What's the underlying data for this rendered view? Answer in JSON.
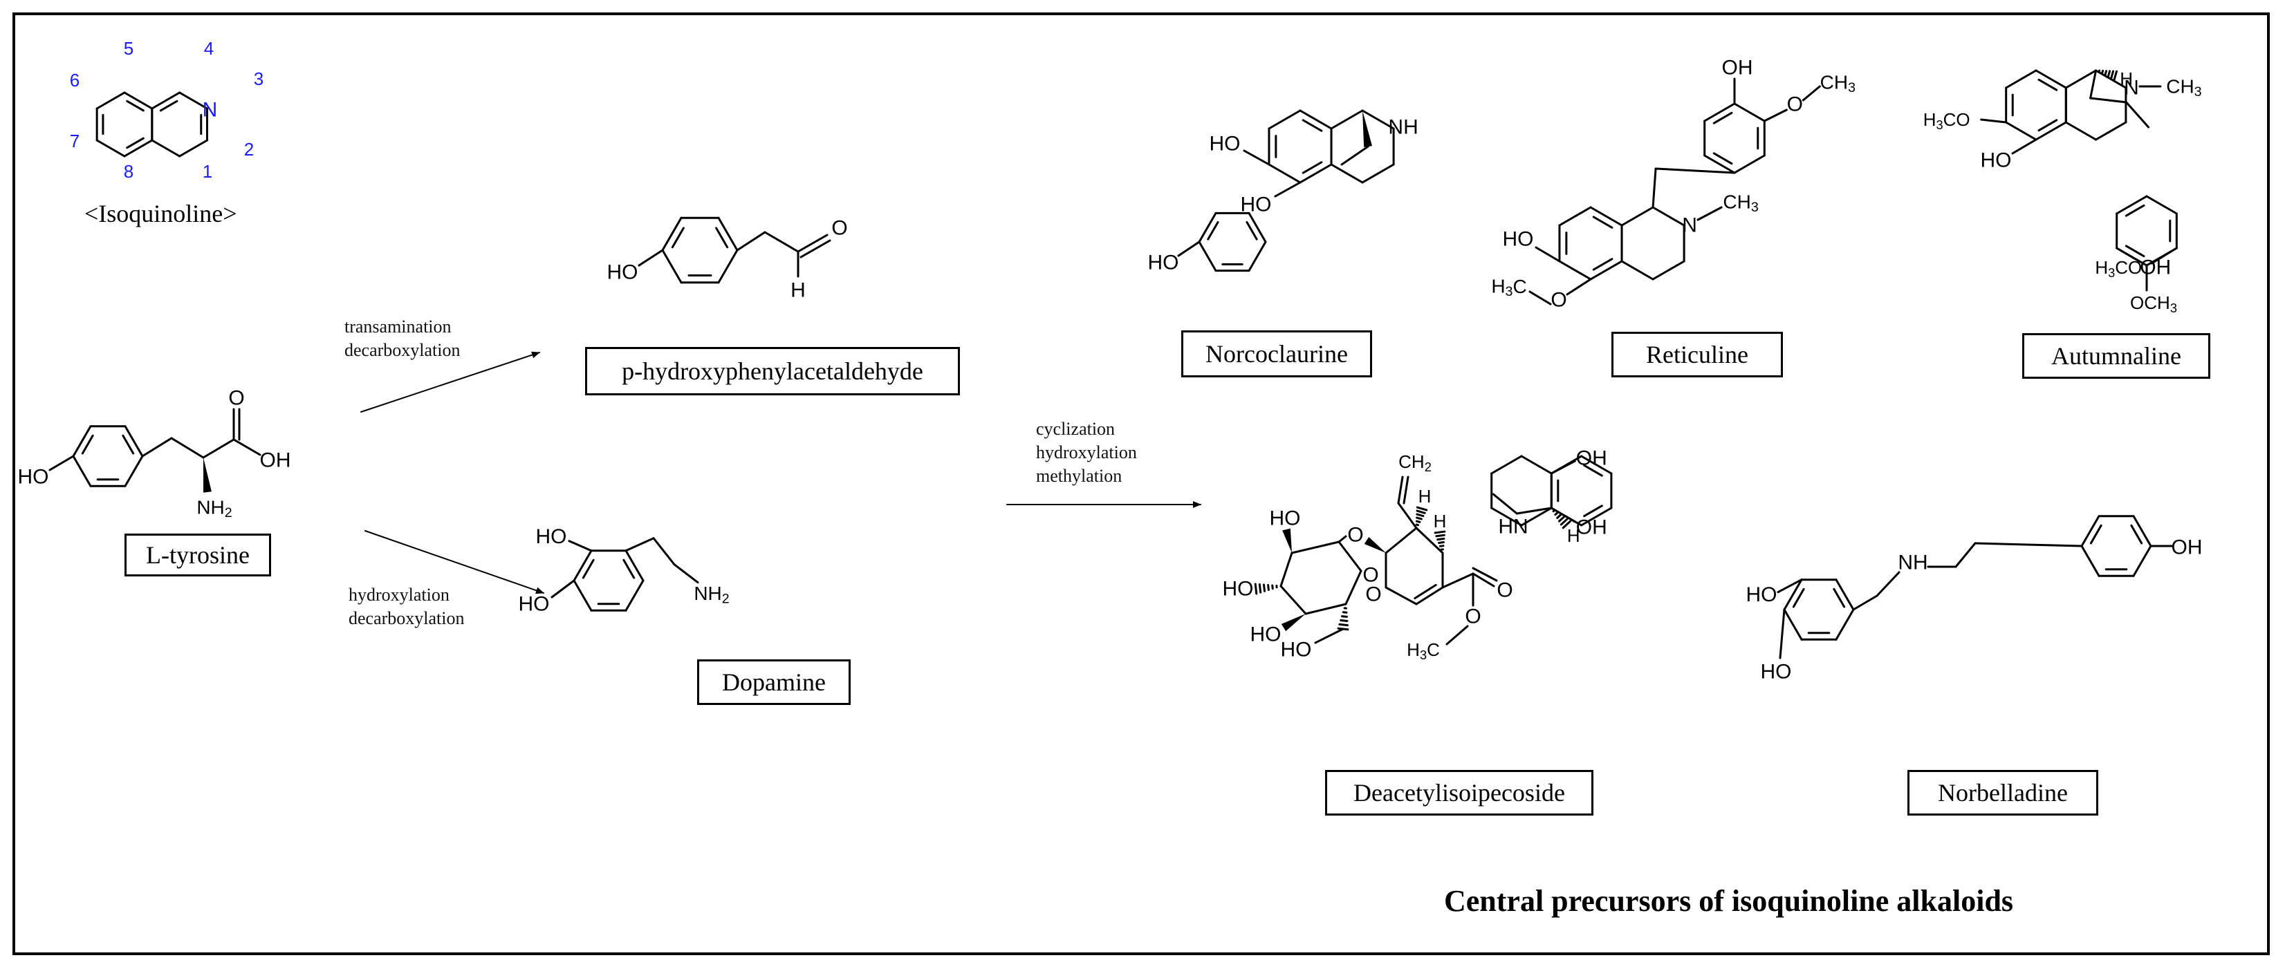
{
  "title": "Central precursors of isoquinoline alkaloids",
  "colors": {
    "line": "#000000",
    "numbering": "#1a1aff",
    "background": "#ffffff"
  },
  "isoquinoline": {
    "name": "<Isoquinoline>",
    "numbering": [
      "1",
      "2",
      "3",
      "4",
      "5",
      "6",
      "7",
      "8"
    ],
    "nitrogen": "N"
  },
  "compounds": {
    "tyrosine": "L-tyrosine",
    "aldehyde": "p-hydroxyphenylacetaldehyde",
    "dopamine": "Dopamine",
    "norcoclaurine": "Norcoclaurine",
    "reticuline": "Reticuline",
    "autumnaline": "Autumnaline",
    "deacetylisoipecoside": "Deacetylisoipecoside",
    "norbelladine": "Norbelladine"
  },
  "processes": {
    "top": [
      "transamination",
      "decarboxylation"
    ],
    "bottom": [
      "hydroxylation",
      "decarboxylation"
    ],
    "right": [
      "cyclization",
      "hydroxylation",
      "methylation"
    ]
  },
  "atoms": {
    "HO": "HO",
    "OH": "OH",
    "O": "O",
    "H": "H",
    "N": "N",
    "NH": "NH",
    "HN": "HN",
    "NH2": "NH2",
    "CH3": "CH3",
    "OCH3": "OCH3",
    "H3CO": "H3CO",
    "H3C": "H3C",
    "CH2": "CH2"
  }
}
